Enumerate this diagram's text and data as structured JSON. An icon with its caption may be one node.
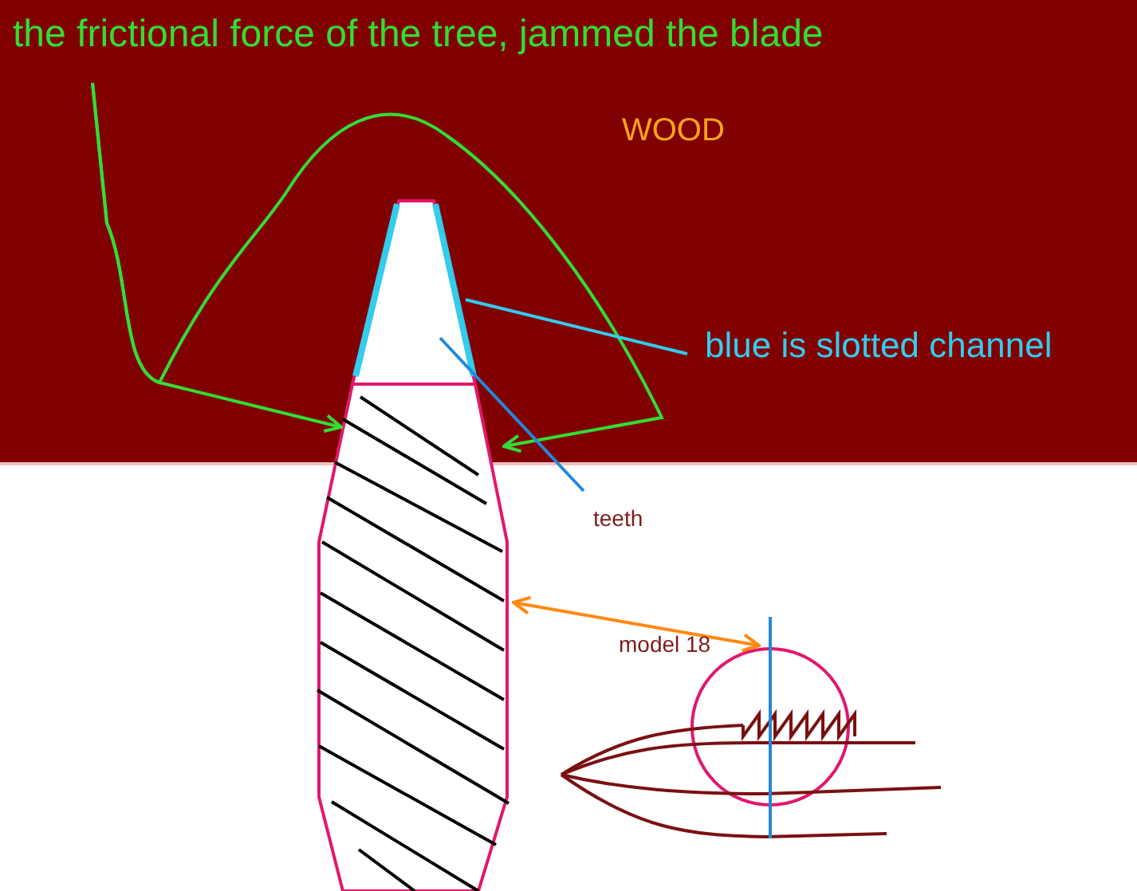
{
  "diagram": {
    "nodes": [
      {
        "text": [
          "the frictional force of the tree, jammed the blade"
        ]
      },
      {
        "text": [],
        "shape": "picture"
      },
      {
        "text": [
          "blue is slotted channel"
        ]
      },
      {
        "text": [
          "teeth"
        ]
      },
      {
        "text": [],
        "shape": "circle"
      }
    ],
    "edges": [
      {
        "from": 0,
        "to": 1,
        "arrow": "to"
      },
      {
        "from": 0,
        "to": 1,
        "arrow": "to"
      },
      {
        "from": 2,
        "to": 1,
        "arrow": "none",
        "color": "#33ccee"
      },
      {
        "from": 3,
        "to": 1,
        "arrow": "none",
        "color": "#2288dd"
      },
      {
        "from": 1,
        "to": 4,
        "arrow": "both",
        "color": "#ff8811"
      }
    ],
    "labels": [
      "WOOD",
      "model 18"
    ]
  }
}
